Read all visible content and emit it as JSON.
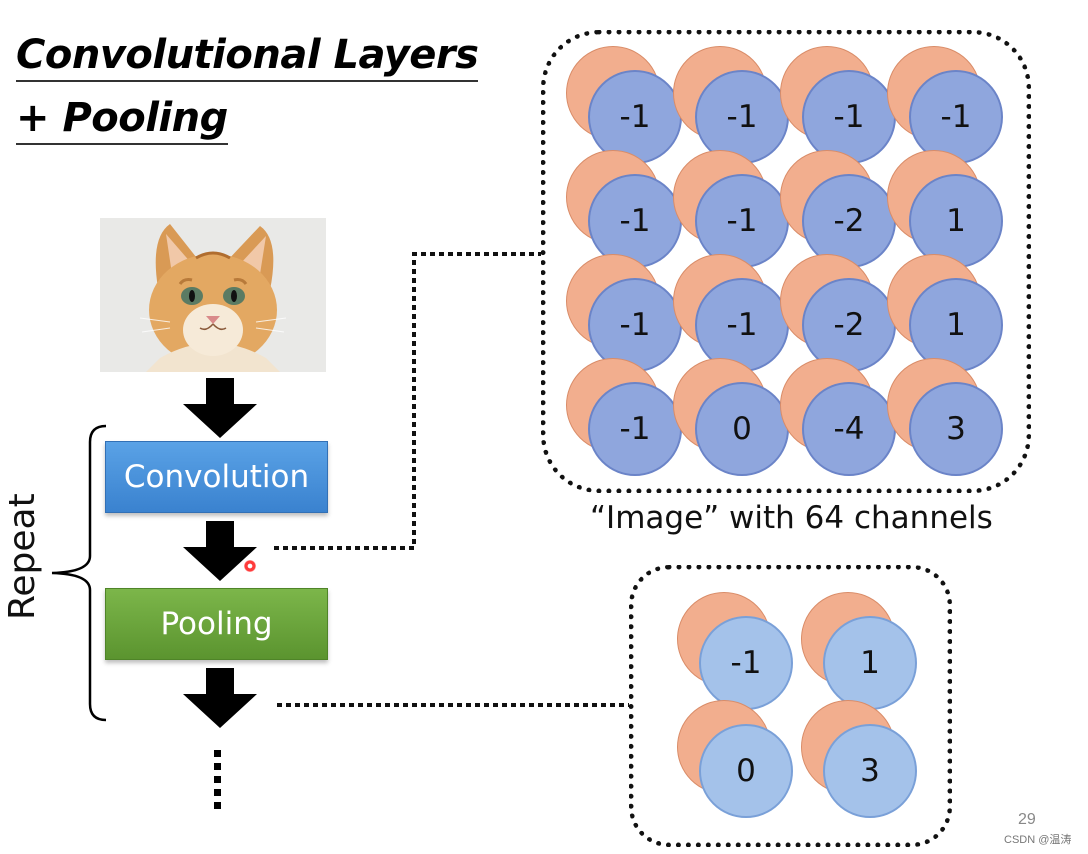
{
  "title": {
    "line1": "Convolutional Layers",
    "line2": "+ Pooling"
  },
  "flow": {
    "convolution_label": "Convolution",
    "pooling_label": "Pooling",
    "repeat_label": "Repeat"
  },
  "feature_map": {
    "caption": "“Image” with 64 channels",
    "values": [
      [
        "-1",
        "-1",
        "-1",
        "-1"
      ],
      [
        "-1",
        "-1",
        "-2",
        "1"
      ],
      [
        "-1",
        "-1",
        "-2",
        "1"
      ],
      [
        "-1",
        "0",
        "-4",
        "3"
      ]
    ]
  },
  "pooled_map": {
    "values": [
      [
        "-1",
        "1"
      ],
      [
        "0",
        "3"
      ]
    ]
  },
  "footer": {
    "page_number": "29",
    "watermark": "CSDN @温涛"
  },
  "colors": {
    "convolution_block": "#4a92dc",
    "pooling_block": "#6aa53c",
    "front_circle": "#8fa6dd",
    "back_circle": "#f2ae8e"
  }
}
